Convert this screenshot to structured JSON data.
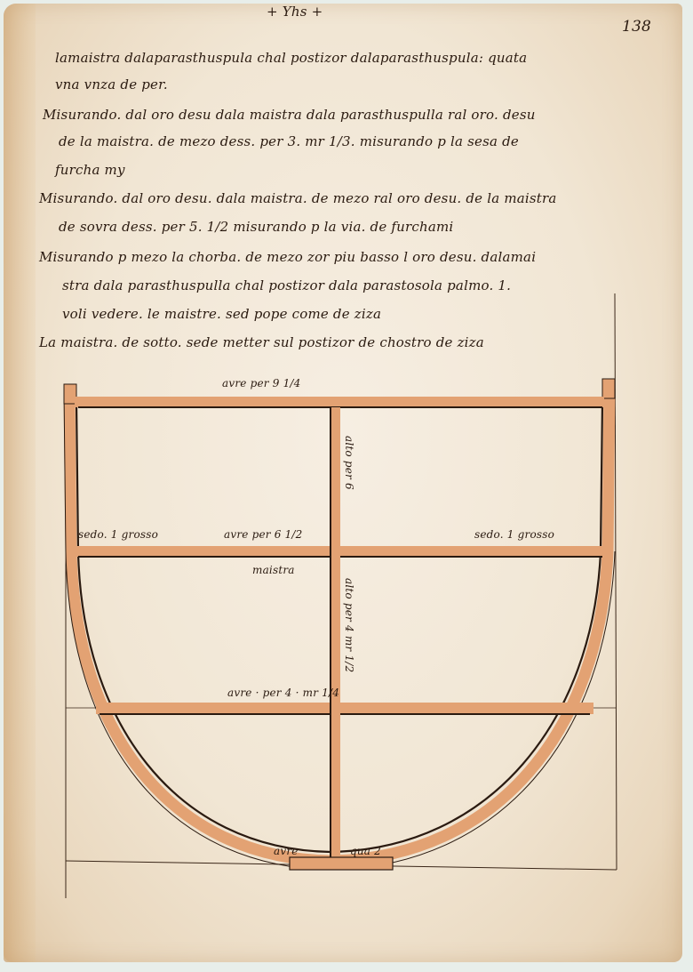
{
  "page": {
    "folio_number": "138",
    "header": "+ Yhs +",
    "colors": {
      "paper": "#f3e9d8",
      "ink": "#2a1a10",
      "timber_wash": "#e3a273"
    }
  },
  "text_block": {
    "lines": [
      "lamaistra dalaparasthuspula chal postizor dalaparasthuspula: quata",
      "vna vnza de per.",
      "Misurando. dal oro desu dala maistra dala parasthuspulla ral oro. desu",
      "de la maistra. de mezo dess. per 3. mr 1/3. misurando p la sesa de",
      "furcha my",
      "Misurando. dal oro desu. dala maistra. de mezo ral oro desu. de la maistra",
      "de sovra dess. per 5. 1/2 misurando p la via. de furchami",
      "Misurando p mezo la chorba. de mezo zor piu basso l oro desu. dalamai",
      "stra dala parasthuspulla chal postizor dala parastosola palmo. 1.",
      "voli vedere. le maistre. sed pope come de ziza",
      "La maistra. de sotto. sede metter sul postizor de chostro de ziza"
    ]
  },
  "diagram": {
    "labels": {
      "top_width": "avre per 9 1/4",
      "middle_width": "avre per 6 1/2",
      "lower_width": "avre · per 4 · mr 1/4",
      "bottom_width_left": "avre",
      "bottom_width_right": "qua 2",
      "left_beam": "sedo. 1 grosso",
      "right_beam": "sedo. 1 grosso",
      "maistra": "maistra",
      "upper_height": "alto per 6",
      "lower_height": "alto per 4 mr 1/2"
    }
  }
}
